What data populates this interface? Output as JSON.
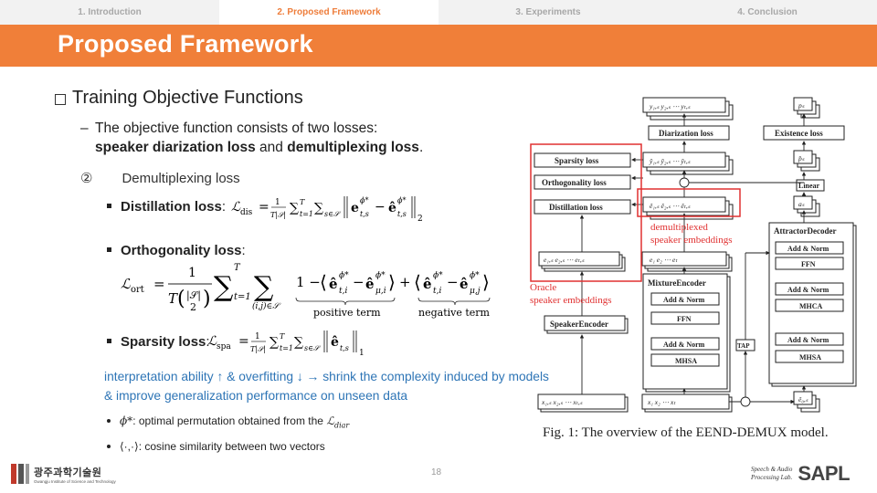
{
  "tabs": [
    {
      "label": "1. Introduction"
    },
    {
      "label": "2. Proposed Framework"
    },
    {
      "label": "3. Experiments"
    },
    {
      "label": "4. Conclusion"
    }
  ],
  "title": "Proposed Framework",
  "heading": "Training Objective Functions",
  "description": {
    "line1": "The objective function consists of two losses:",
    "bold1": "speaker diarization loss",
    "and": " and ",
    "bold2": "demultiplexing loss",
    "end": "."
  },
  "section": {
    "number": "②",
    "label": "Demultiplexing loss"
  },
  "losses": {
    "distillation": {
      "label": "Distillation loss",
      "colon": ":"
    },
    "orthogonality": {
      "label": "Orthogonality loss",
      "colon": ":",
      "positive": "positive term",
      "negative": "negative term"
    },
    "sparsity": {
      "label": "Sparsity loss",
      "colon": ":"
    }
  },
  "note": "interpretation ability ↑ & overfitting ↓ → shrink the complexity induced by models & improve generalization performance on unseen data",
  "bullets": [
    {
      "text": ": optimal permutation obtained from the "
    },
    {
      "text": "⟨·,·⟩: cosine similarity between two vectors"
    }
  ],
  "figure": {
    "caption": "Fig. 1: The overview of the EEND-DEMUX model.",
    "annotations": {
      "demux_line1": "demultiplexed",
      "demux_line2": "speaker embeddings",
      "oracle_line1": "Oracle",
      "oracle_line2": "speaker embeddings"
    },
    "boxes": {
      "sparsity": "Sparsity loss",
      "orthogonality": "Orthogonality loss",
      "distillation": "Distillation loss",
      "diarization": "Diarization loss",
      "existence": "Existence loss",
      "linear": "Linear",
      "attractor_decoder": "AttractorDecoder",
      "add_norm": "Add & Norm",
      "ffn": "FFN",
      "mhca": "MHCA",
      "mhsa": "MHSA",
      "mixture_encoder": "MixtureEncoder",
      "speaker_encoder": "SpeakerEncoder",
      "tap": "TAP"
    }
  },
  "page_number": "18",
  "logos": {
    "left_ko": "광주과학기술원",
    "left_en": "Gwangju Institute of Science and Technology",
    "right_line1": "Speech & Audio",
    "right_line2": "Processing Lab.",
    "right_mark": "SAPL"
  },
  "colors": {
    "accent": "#f07f39",
    "note_blue": "#2e75b6",
    "figure_red": "#e03030"
  }
}
